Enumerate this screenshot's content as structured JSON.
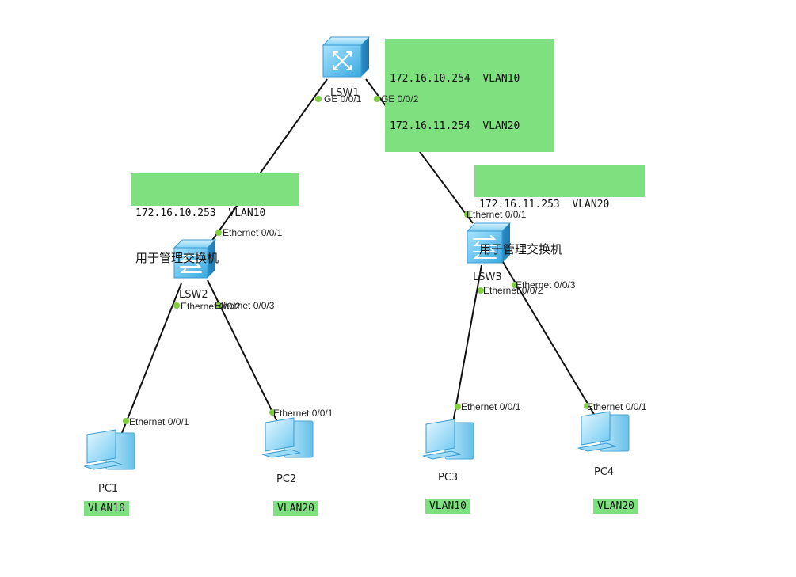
{
  "devices": {
    "lsw1": {
      "name": "LSW1",
      "type": "core-switch"
    },
    "lsw2": {
      "name": "LSW2",
      "type": "access-switch"
    },
    "lsw3": {
      "name": "LSW3",
      "type": "access-switch"
    },
    "pc1": {
      "name": "PC1",
      "vlan": "VLAN10"
    },
    "pc2": {
      "name": "PC2",
      "vlan": "VLAN20"
    },
    "pc3": {
      "name": "PC3",
      "vlan": "VLAN10"
    },
    "pc4": {
      "name": "PC4",
      "vlan": "VLAN20"
    }
  },
  "ports": {
    "lsw1_ge1": "GE 0/0/1",
    "lsw1_ge2": "GE 0/0/2",
    "lsw2_e1": "Ethernet 0/0/1",
    "lsw2_e2": "Ethernet 0/0/2",
    "lsw2_e3": "Ethernet 0/0/3",
    "lsw3_e1": "Ethernet 0/0/1",
    "lsw3_e2": "Ethernet 0/0/2",
    "lsw3_e3": "Ethernet 0/0/3",
    "pc1_e1": "Ethernet 0/0/1",
    "pc2_e1": "Ethernet 0/0/1",
    "pc3_e1": "Ethernet 0/0/1",
    "pc4_e1": "Ethernet 0/0/1"
  },
  "notes": {
    "lsw1": {
      "line1": "172.16.10.254  VLAN10",
      "line2": "172.16.11.254  VLAN20"
    },
    "lsw2": {
      "line1": "172.16.10.253  VLAN10",
      "line2": "用于管理交换机"
    },
    "lsw3": {
      "line1": "172.16.11.253  VLAN20",
      "line2": "用于管理交换机"
    }
  },
  "colors": {
    "note_bg": "#7fe07f",
    "port_dot": "#7fcf3f",
    "link": "#111111",
    "switch_blue": "#5cc0ee"
  }
}
